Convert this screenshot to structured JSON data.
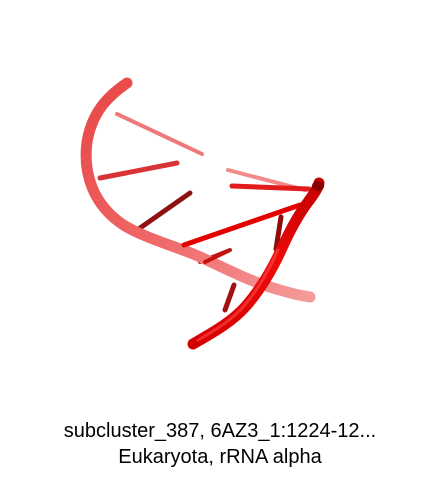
{
  "figure": {
    "kind": "rna-structure-cartoon",
    "colors": {
      "backbone_front": "#e50000",
      "backbone_back": "#f26c6c",
      "base_dark": "#9e1010",
      "base_mid": "#d62626",
      "base_light": "#f07a7a",
      "background": "#ffffff"
    }
  },
  "caption": {
    "line1": "subcluster_387, 6AZ3_1:1224-12...",
    "line2": "Eukaryota, rRNA alpha"
  }
}
